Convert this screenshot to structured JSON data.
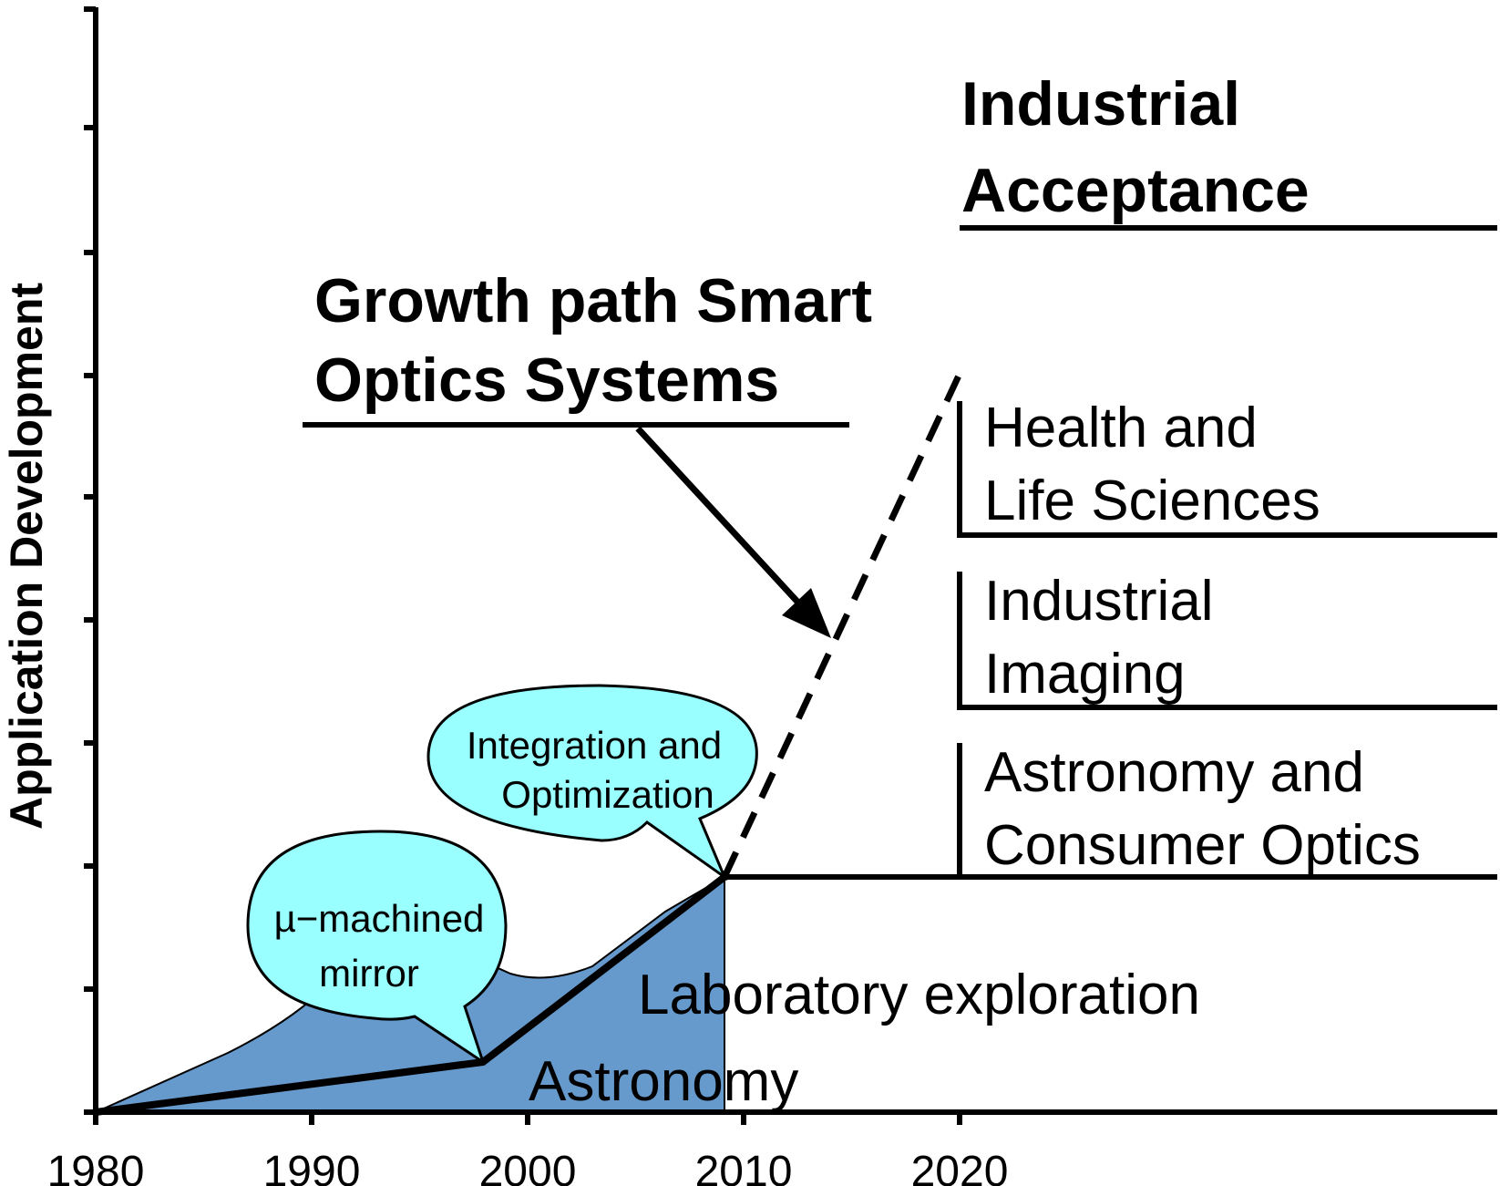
{
  "axis": {
    "ylabel": "Application Development",
    "x_ticks": [
      "1980",
      "1990",
      "2000",
      "2010",
      "2020"
    ]
  },
  "headings": {
    "growth_line1": "Growth path Smart",
    "growth_line2": "Optics Systems",
    "industrial_line1": "Industrial",
    "industrial_line2": "Acceptance"
  },
  "stages": {
    "health_line1": "Health and",
    "health_line2": "Life Sciences",
    "imaging_line1": "Industrial",
    "imaging_line2": "Imaging",
    "astro_consumer_line1": "Astronomy and",
    "astro_consumer_line2": "Consumer Optics",
    "lab_exploration": "Laboratory exploration",
    "astronomy": "Astronomy"
  },
  "bubbles": {
    "integration_line1": "Integration and",
    "integration_line2": "Optimization",
    "mirror_line1": "µ−machined",
    "mirror_line2": "mirror"
  },
  "colors": {
    "area_fill": "#6699cc",
    "bubble_fill": "#99ffff",
    "line": "#000000"
  }
}
